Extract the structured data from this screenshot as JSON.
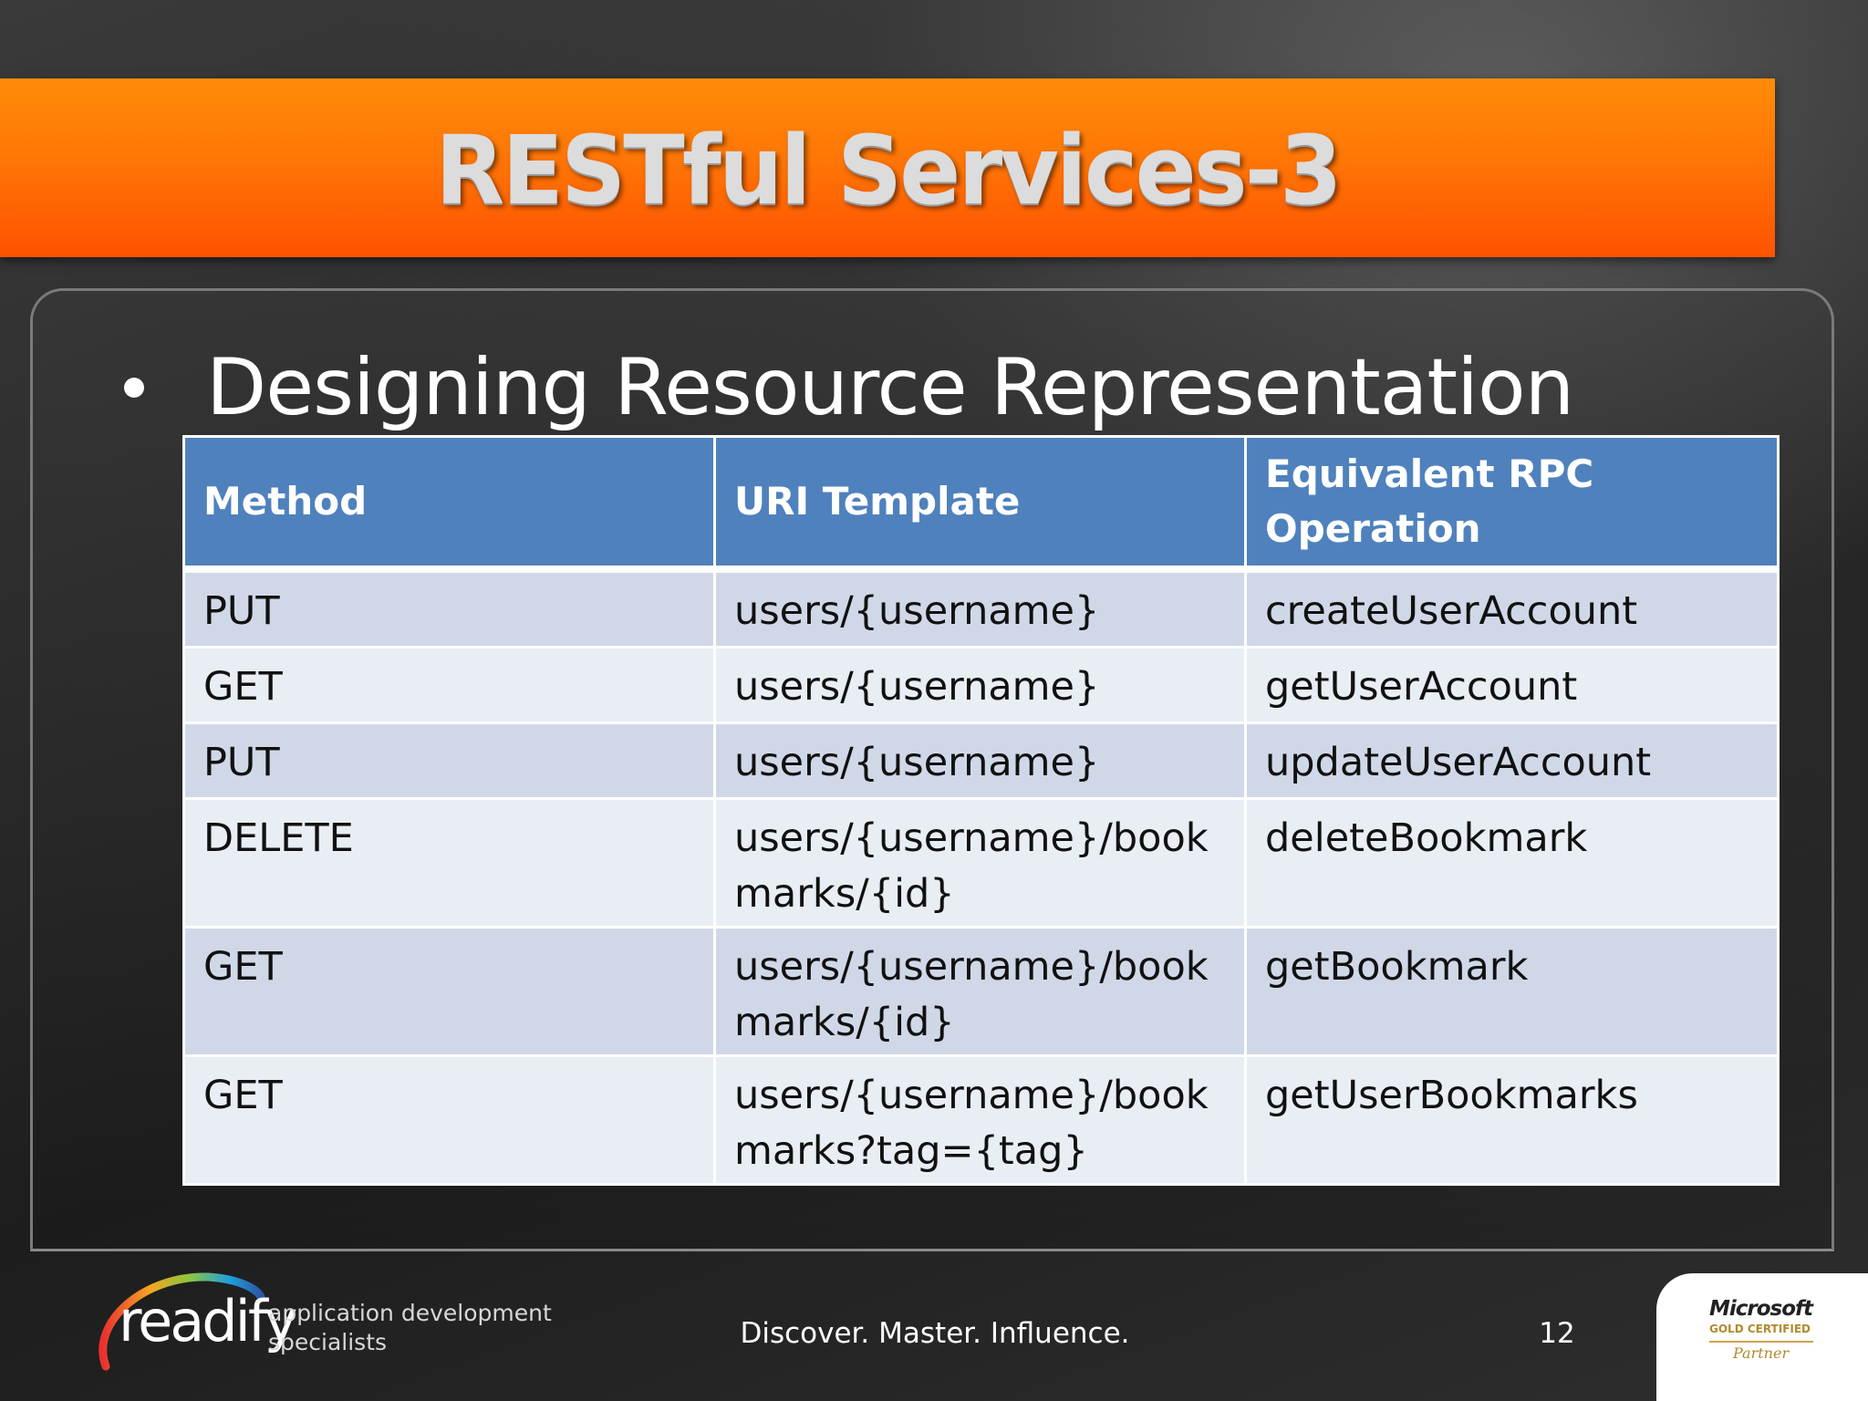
{
  "slide": {
    "title": "RESTful Services-3",
    "bullet": "Designing Resource Representation",
    "tagline": "Discover. Master. Influence.",
    "page_number": "12"
  },
  "table": {
    "headers": [
      "Method",
      "URI Template",
      "Equivalent RPC Operation"
    ],
    "rows": [
      {
        "method": "PUT",
        "uri": "users/{username}",
        "operation": "createUserAccount"
      },
      {
        "method": "GET",
        "uri": "users/{username}",
        "operation": "getUserAccount"
      },
      {
        "method": "PUT",
        "uri": "users/{username}",
        "operation": "updateUserAccount"
      },
      {
        "method": "DELETE",
        "uri": "users/{username}/bookmarks/{id}",
        "operation": "deleteBookmark"
      },
      {
        "method": "GET",
        "uri": "users/{username}/bookmarks/{id}",
        "operation": "getBookmark"
      },
      {
        "method": "GET",
        "uri": "users/{username}/bookmarks?tag={tag}",
        "operation": "getUserBookmarks"
      }
    ]
  },
  "logo": {
    "wordmark": "readify",
    "tagline_line1": "application development",
    "tagline_line2": "specialists"
  },
  "partner_badge": {
    "brand": "Microsoft",
    "level": "GOLD CERTIFIED",
    "type": "Partner"
  },
  "colors": {
    "title_bar": "#ff7606",
    "table_header": "#4f81bd",
    "row_odd": "#d0d8e8",
    "row_even": "#e9edf4"
  }
}
